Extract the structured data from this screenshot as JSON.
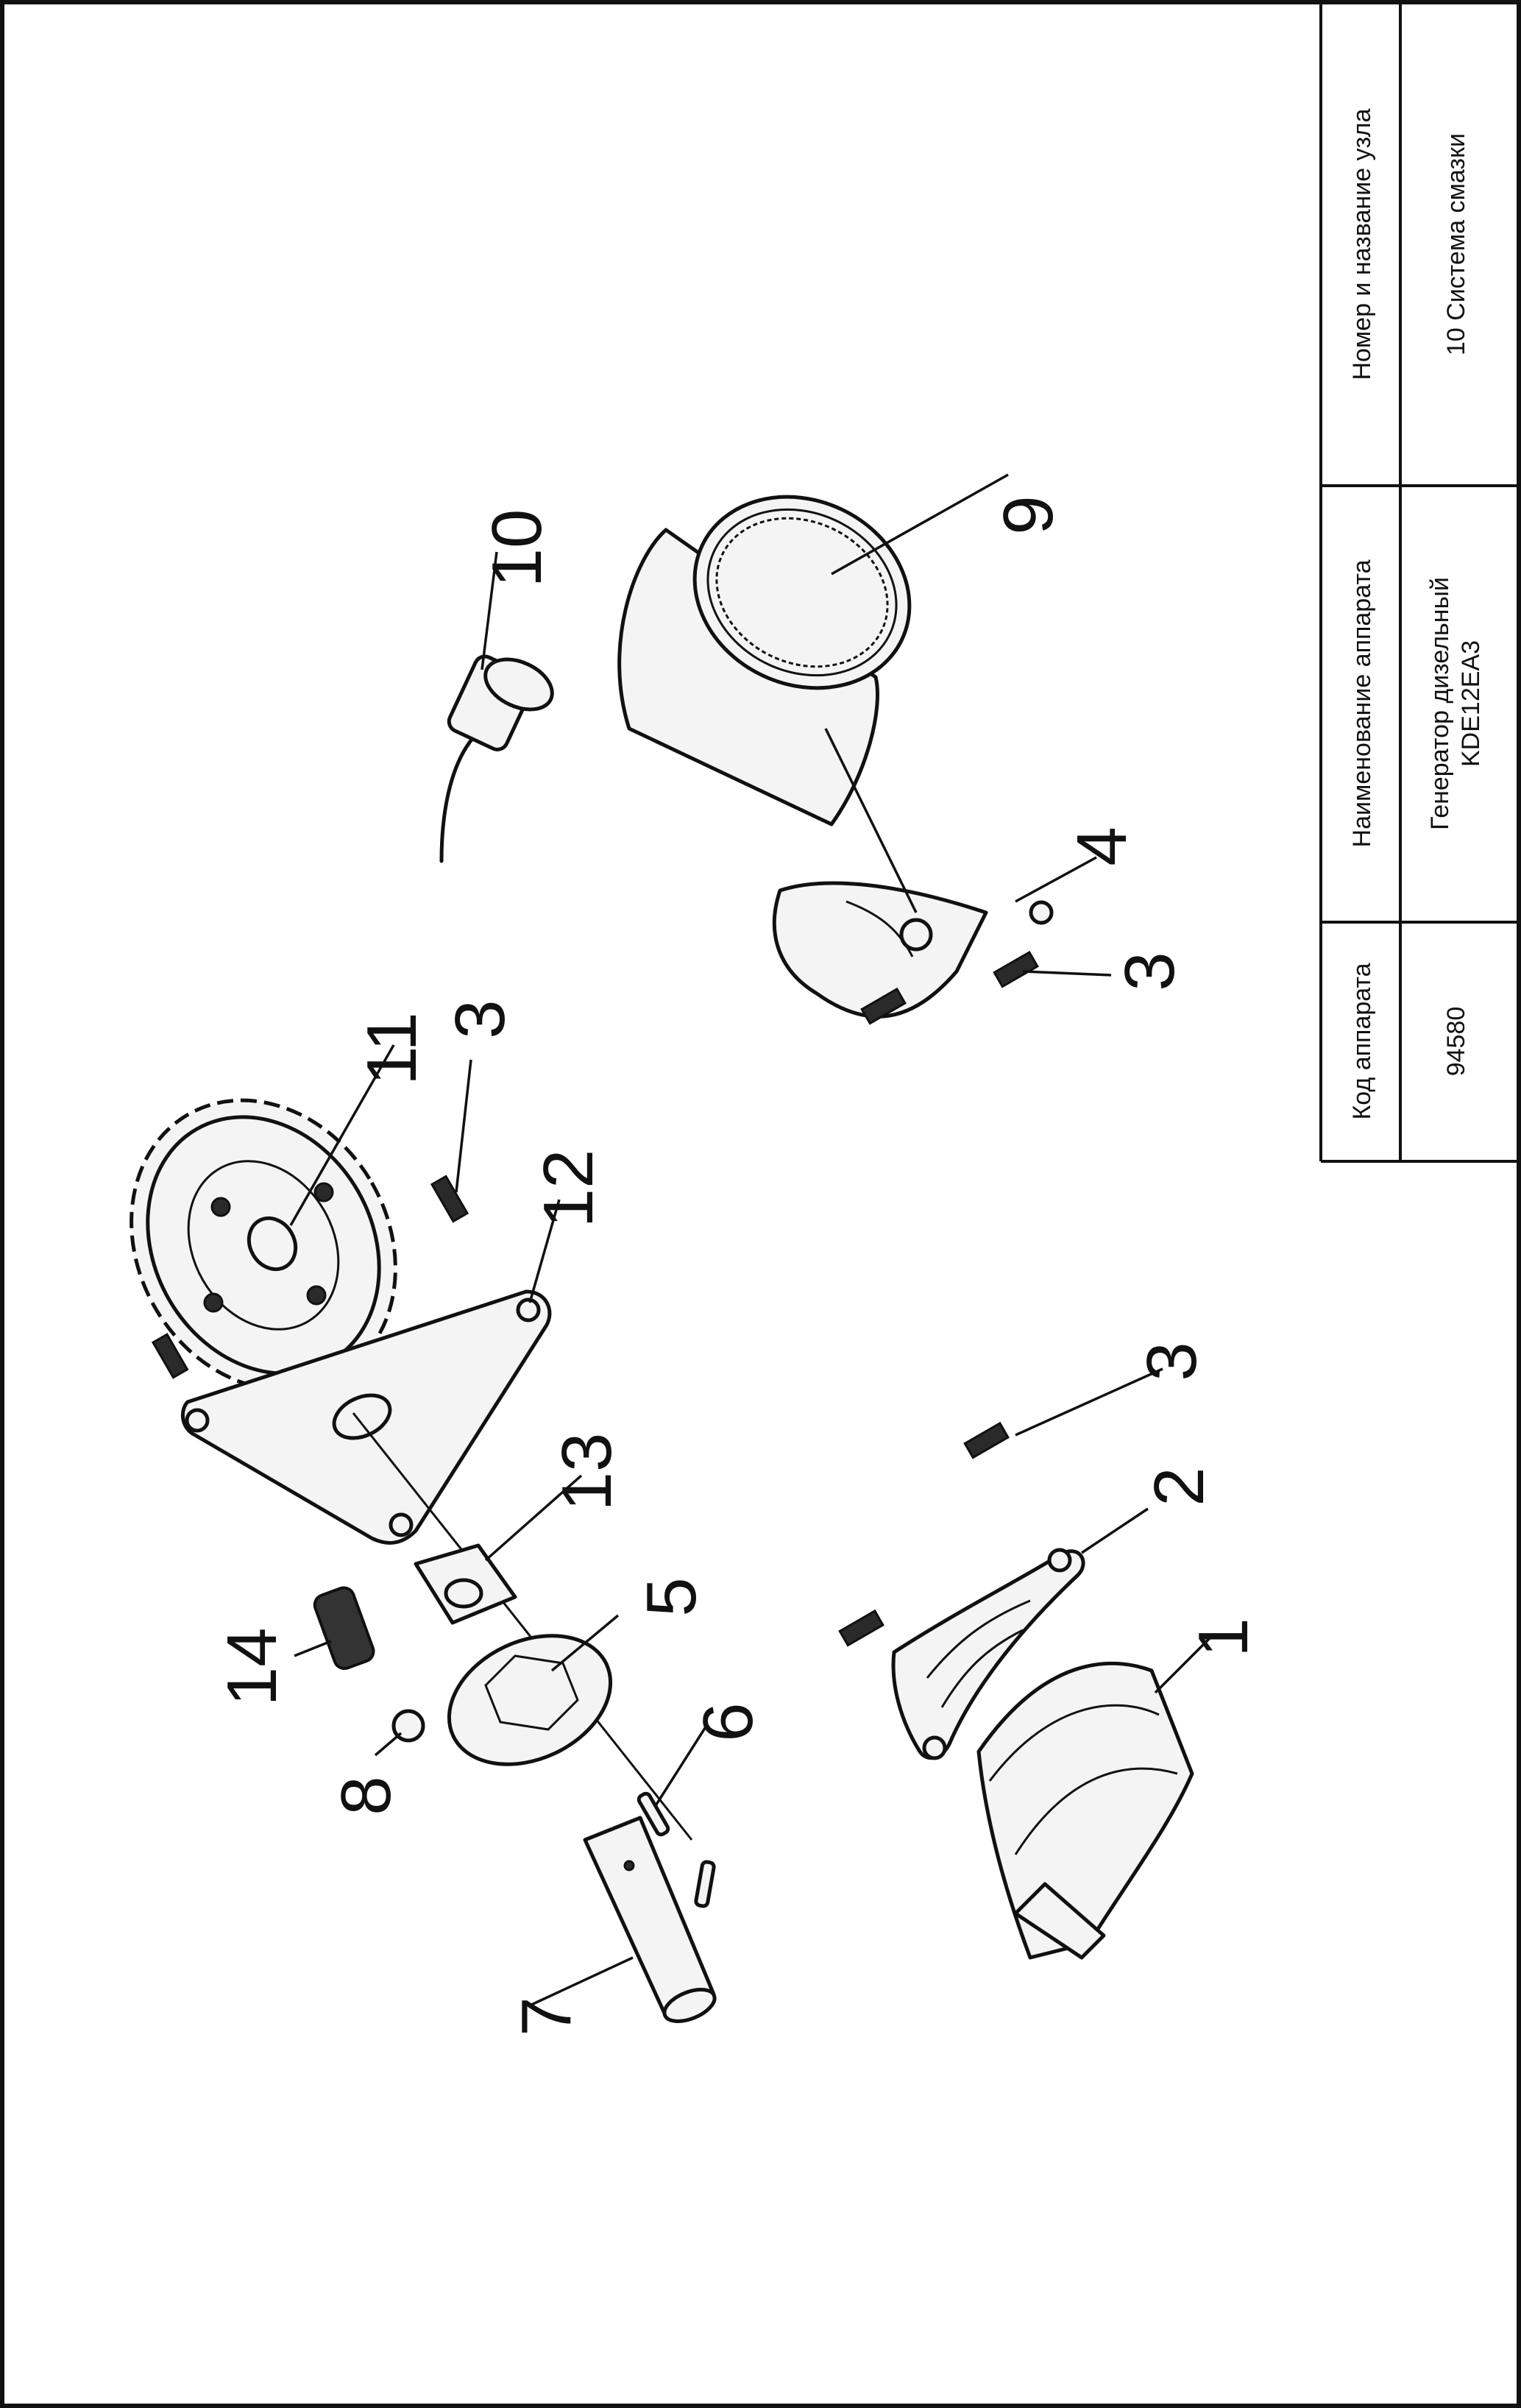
{
  "title_block": {
    "headers": {
      "device_code": "Код аппарата",
      "device_name": "Наименование аппарата",
      "unit": "Номер и название узла"
    },
    "values": {
      "device_code": "94580",
      "device_name_line1": "Генератор дизельный",
      "device_name_line2": "KDE12EA3",
      "unit": "10 Система смазки"
    }
  },
  "callouts": [
    "1",
    "2",
    "3",
    "3",
    "3",
    "4",
    "5",
    "6",
    "7",
    "8",
    "9",
    "10",
    "11",
    "12",
    "13",
    "14"
  ]
}
